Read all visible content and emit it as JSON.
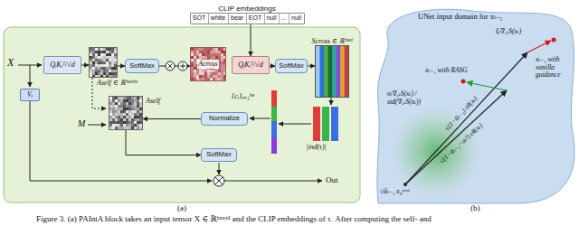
{
  "diagram": {
    "caption": "Figure 3. (a) PAIntA block takes an input tensor X ∈ ℝʰˣʷˣ³ and the CLIP embeddings of τ. After computing the self- and",
    "nodes": [
      {
        "text": [
          "CLIP embeddings"
        ]
      },
      {
        "text": [
          "SOT"
        ],
        "in": 0
      },
      {
        "text": [
          "white"
        ],
        "in": 0
      },
      {
        "text": [
          "bear"
        ],
        "in": 0
      },
      {
        "text": [
          "EOT"
        ],
        "in": 0
      },
      {
        "text": [
          "null"
        ],
        "in": 0
      },
      {
        "text": [
          "..."
        ],
        "in": 0
      },
      {
        "text": [
          "null"
        ],
        "in": 0
      },
      {
        "text": [
          "QᵢKᵢᵀ/√d"
        ]
      },
      {
        "text": [
          "Aself ∈ ℝʰʷˣʰʷ"
        ]
      },
      {
        "text": [
          "SoftMax"
        ]
      },
      {
        "text": [
          "Across"
        ]
      },
      {
        "text": [
          "QᵢKᵢᵀ/√d"
        ]
      },
      {
        "text": [
          "SoftMax"
        ]
      },
      {
        "text": [
          "Scross ∈ ℝʰʷˣˡ"
        ]
      },
      {
        "text": [
          "Vᵢ"
        ]
      },
      {
        "text": [
          "Aself"
        ]
      },
      {
        "text": [
          "Normalize"
        ]
      },
      {
        "text": [
          "SoftMax"
        ]
      },
      {
        "text": [
          "UNet input domain for xₜ₋₁"
        ]
      }
    ],
    "edges": [
      {
        "from": 0,
        "to": 12,
        "arrow": "to"
      },
      {
        "from": 8,
        "to": 9,
        "arrow": "to"
      },
      {
        "from": 9,
        "to": 10,
        "arrow": "to"
      },
      {
        "from": 10,
        "to": 11,
        "arrow": "to"
      },
      {
        "from": 12,
        "to": 13,
        "arrow": "to"
      },
      {
        "from": 13,
        "to": 14,
        "arrow": "to"
      },
      {
        "from": 17,
        "to": 16,
        "arrow": "to"
      },
      {
        "from": 16,
        "to": 18,
        "arrow": "to"
      }
    ],
    "labels": [
      "X",
      "M",
      "{cᵢ}ᵢ₌₁ʰʷ",
      "|ind(τ)|",
      "Out",
      "(a)",
      "xₜ₋₁ with vanilla guidance",
      "ξₜ∇ₓₜS(xₜ)",
      "xₜ₋₁ with RASG",
      "σₜ∇ₓₜS(xₜ) / std(∇ₓₜS(xₜ))",
      "√(1−ᾱₜ₋₁) εθ(xₜ)",
      "√(1−ᾱₜ₋₁−σₜ²) εθ(xₜ)",
      "√ᾱₜ₋₁ x₀ᵖʳᵉᵈ",
      "(b)"
    ]
  }
}
